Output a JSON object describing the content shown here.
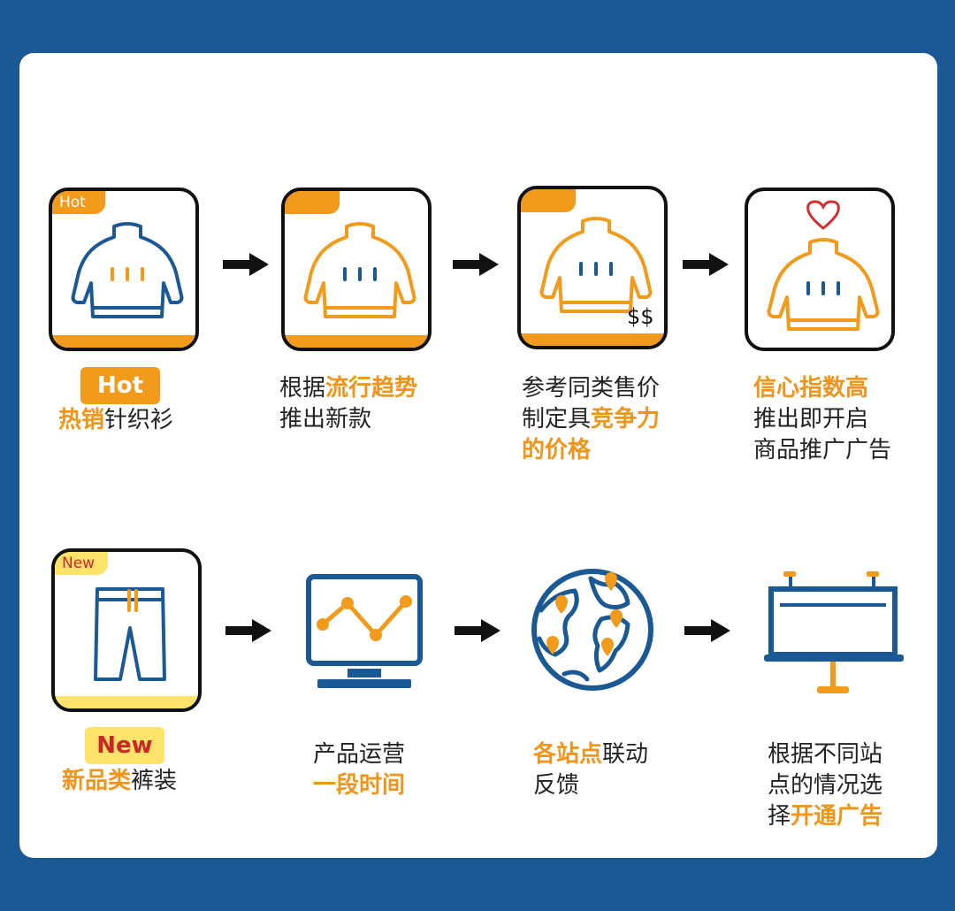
{
  "colors": {
    "blue": "#1b5995",
    "orange": "#f29a1c",
    "yellow": "#fde36a",
    "red_text": "#c62828"
  },
  "row1": {
    "step1": {
      "tag": "Hot",
      "badge": "Hot",
      "line1_hl": "热销",
      "line1_rest": "针织衫"
    },
    "step2": {
      "line1_pre": "根据",
      "line1_hl": "流行趋势",
      "line2": "推出新款"
    },
    "step3": {
      "line1": "参考同类售价",
      "line2_pre": "制定具",
      "line2_hl": "竞争力",
      "line3_hl": "的价格",
      "price_mark": "$$"
    },
    "step4": {
      "line1_hl": "信心指数高",
      "line2": "推出即开启",
      "line3": "商品推广广告"
    }
  },
  "row2": {
    "step1": {
      "tag": "New",
      "badge": "New",
      "line1_hl": "新品类",
      "line1_rest": "裤装"
    },
    "step2": {
      "line1": "产品运营",
      "line2_hl": "一段时间"
    },
    "step3": {
      "line1_hl": "各站点",
      "line1_rest": "联动",
      "line2": "反馈"
    },
    "step4": {
      "line1": "根据不同站",
      "line2": "点的情况选",
      "line3_pre": "择",
      "line3_hl": "开通广告"
    }
  },
  "icons": [
    "sweater-icon",
    "arrow-right-icon",
    "heart-icon",
    "pants-icon",
    "monitor-chart-icon",
    "globe-pins-icon",
    "billboard-icon"
  ]
}
